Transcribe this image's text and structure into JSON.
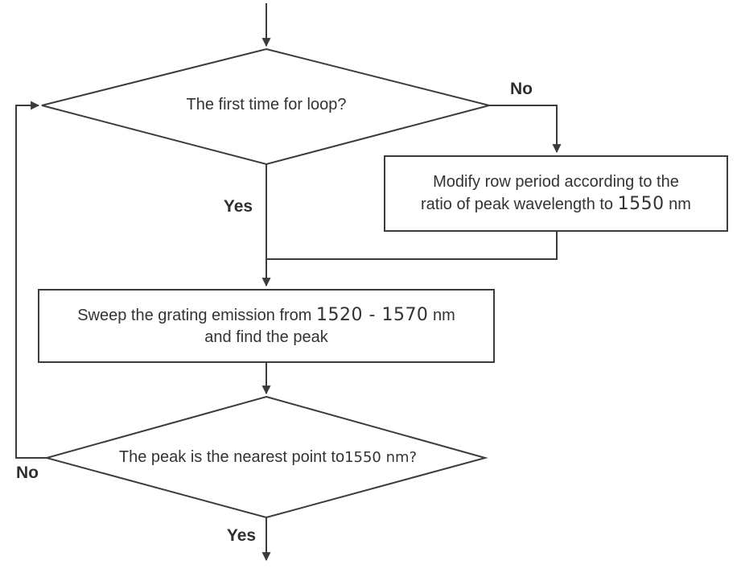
{
  "flowchart": {
    "line_color": "#3b3b3b",
    "text_color": "#333333",
    "nodes": {
      "decision_first_loop": {
        "text": "The first time for loop?"
      },
      "process_modify": {
        "line1": "Modify row period according to the",
        "line2_prefix": "ratio of peak wavelength to ",
        "line2_value": "1550",
        "line2_suffix": " nm"
      },
      "process_sweep": {
        "line1_prefix": "Sweep the grating emission from ",
        "line1_value": "1520 - 1570",
        "line1_suffix": " nm",
        "line2": "and find the peak"
      },
      "decision_peak": {
        "text_prefix": "The peak is the nearest point to",
        "text_value": "1550 nm?"
      }
    },
    "labels": {
      "no_top": "No",
      "yes_top": "Yes",
      "no_bottom": "No",
      "yes_bottom": "Yes"
    }
  }
}
